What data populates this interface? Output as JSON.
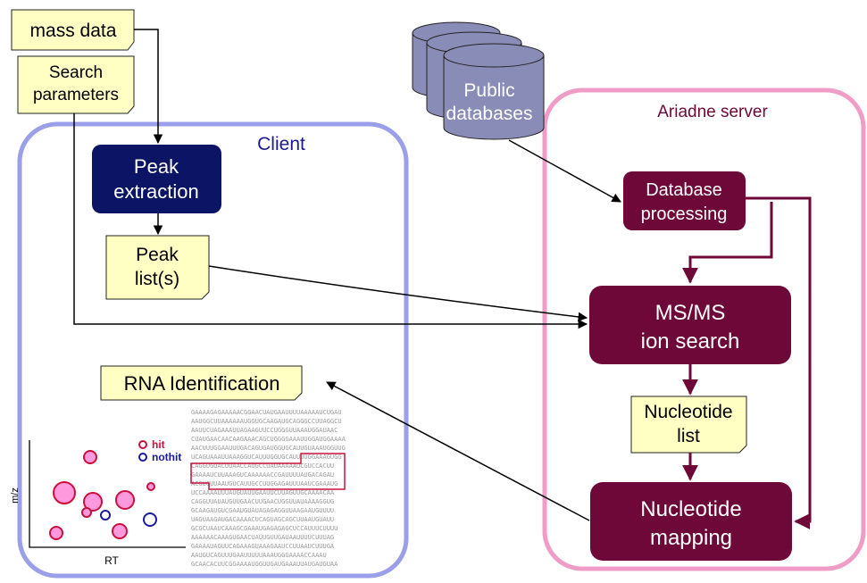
{
  "inputs": {
    "mass_data": "mass data",
    "search_parameters": [
      "Search",
      "parameters"
    ]
  },
  "client": {
    "title": "Client",
    "peak_extraction": [
      "Peak",
      "extraction"
    ],
    "peak_lists": [
      "Peak",
      "list(s)"
    ],
    "rna_identification": "RNA Identification"
  },
  "public_databases": [
    "Public",
    "databases"
  ],
  "server": {
    "title": "Ariadne server",
    "database_processing": [
      "Database",
      "processing"
    ],
    "ms_ms_ion_search": [
      "MS/MS",
      "ion search"
    ],
    "nucleotide_list": [
      "Nucleotide",
      "list"
    ],
    "nucleotide_mapping": [
      "Nucleotide",
      "mapping"
    ]
  },
  "scatter": {
    "xlabel": "RT",
    "ylabel": "m/z",
    "legend": [
      {
        "label": "hit",
        "color": "#c8103c"
      },
      {
        "label": "nothit",
        "color": "#1a1a9c"
      }
    ]
  },
  "sequence": {
    "lines": [
      "GAAAAGAGAAAAACGGAACUAUGAAUUUUAAAAAUCUGAU",
      "AAUGGCUUAAAAAAUGGUGCAAGAUGCAGGGCCUUAGGCU",
      "AAUUCUAGAAAUUAGAAGUUCCUGGGUUAAAUGGAUAAC",
      "CUAUGAACAACAAGAAACAGCUGGGGAAAUUGGAUGGAAAA",
      "AACUUUGGAAUUUGACAGUGAUGGUGCAUUGUAAAUGGUUG",
      "UCAGUAAAUUAAAGGUCAUUUGGUGCAUUUUGGAAAGUGG",
      "CAGGUGUACUUAACCAUGCCUAUAAAAAUCGUCCACUU",
      "GAAAAUCUUAAAGUCAAAAAACCGAUUUUAUGACAGAU",
      "ACGUGUUAAUGUCAUUGCCUUGGAGAUUUAAUCGAAAUG",
      "UCCAAAAUUUAUGUAUUGAAUUCUUAGUUGCAAAACAA",
      "CAGGUUAUAUGUUGAACUUGAACUGGUUAUAAAAGGUG",
      "GCAAGAUGUCGAAUGUAUAGAGAGGUUAAGAAUGUUUU",
      "UAGUAAGAUGACAAAACUCAGUAGCAGCUUAAUGUAUU",
      "GCGCUAAUCAAAGCGAAAUGAGAGAGCUCCAUUUCUUUU",
      "AAAAAACAAAGUGAACUAUUGUUGAUAAUUUUCUUUAG",
      "GAAAAUAGUUCAGAAAGUAAAGAAUCCUUAAUCUUUGA",
      "AAUGUCAGUUUGAAUUUUUAAAUGGGAAAACCAAAU",
      "GCAACACUUCGGAAAAUGGUUGAUGAAAUUAUGAUGUAA"
    ]
  },
  "colors": {
    "client_border": "#9b9ee8",
    "server_border": "#ef9dc7",
    "peak_extraction_fill": "#0c1466",
    "server_box_fill": "#6d0838",
    "document_fill": "#ffffc4",
    "database_fill": "#8a8cb8",
    "hit": "#c8103c",
    "hit_fill": "#ff99dd",
    "nothit": "#1a1a9c",
    "arrow_dark": "#6d0838"
  }
}
